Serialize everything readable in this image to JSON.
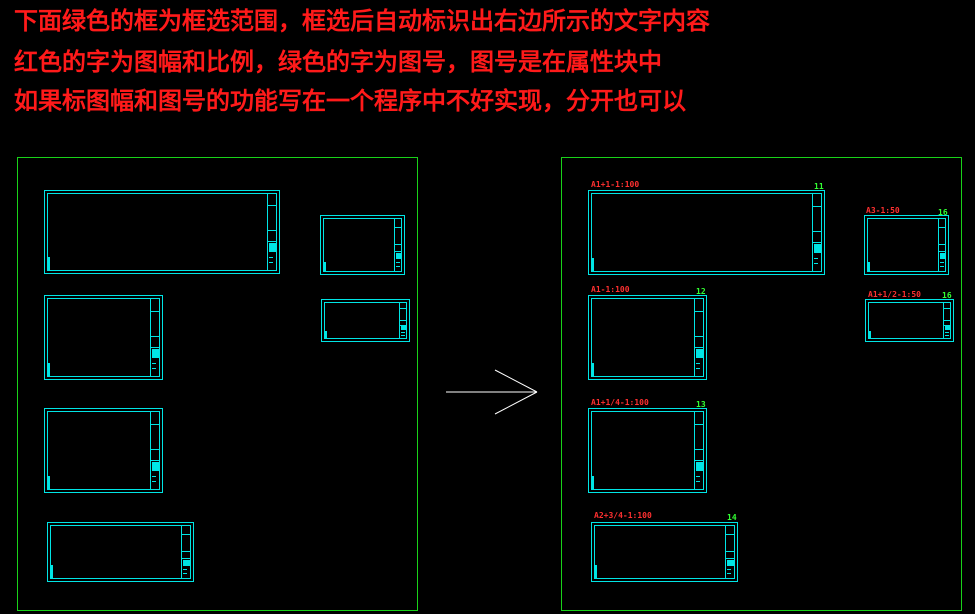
{
  "instructions": {
    "line1": "下面绿色的框为框选范围，框选后自动标识出右边所示的文字内容",
    "line2": "红色的字为图幅和比例，绿色的字为图号，图号是在属性块中",
    "line3": "如果标图幅和图号的功能写在一个程序中不好实现，分开也可以"
  },
  "labels": {
    "s1": {
      "size_scale": "A1+1-1:100",
      "number": "11"
    },
    "s2": {
      "size_scale": "A3-1:50",
      "number": "16"
    },
    "s3": {
      "size_scale": "A1-1:100",
      "number": "12"
    },
    "s4": {
      "size_scale": "A1+1/2-1:50",
      "number": "16"
    },
    "s5": {
      "size_scale": "A1+1/4-1:100",
      "number": "13"
    },
    "s6": {
      "size_scale": "A2+3/4-1:100",
      "number": "14"
    }
  },
  "colors": {
    "heading": "#ff1a1a",
    "frame": "#19d219",
    "sheet": "#00e5e5",
    "size_label": "#ff3030",
    "number_label": "#33ff33",
    "arrow": "#ffffff"
  }
}
